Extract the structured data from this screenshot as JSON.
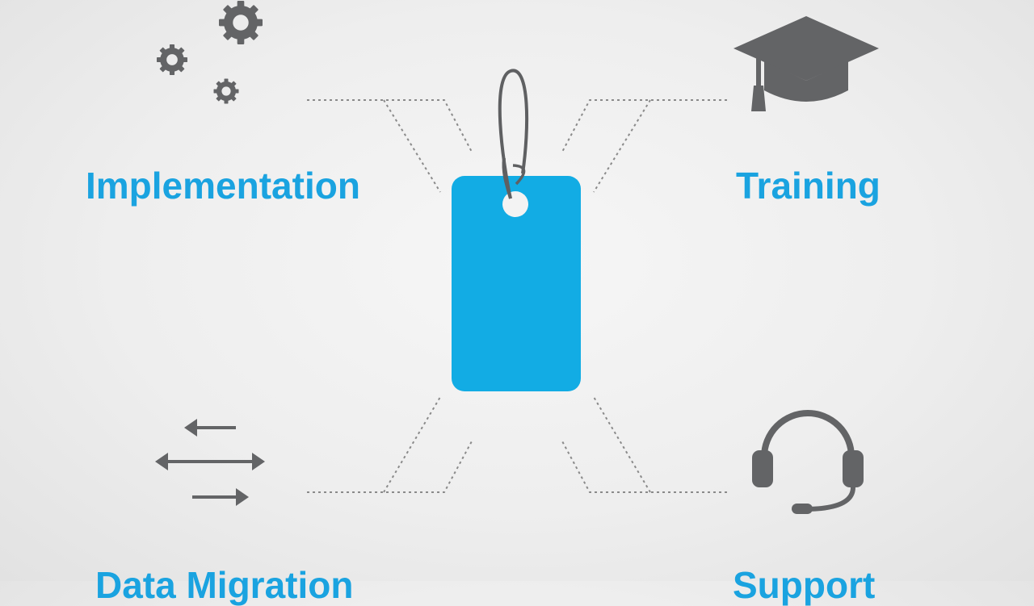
{
  "labels": {
    "implementation": "Implementation",
    "training": "Training",
    "data_migration": "Data Migration",
    "support": "Support"
  },
  "icons": {
    "implementation": "gears-icon",
    "training": "graduation-cap-icon",
    "data_migration": "exchange-arrows-icon",
    "support": "headset-icon",
    "center": "price-tag-icon"
  },
  "colors": {
    "accent": "#1aa3e0",
    "tag": "#12ace4",
    "icon": "#636466",
    "connector": "#8a8a8a",
    "background": "#eeeeee"
  }
}
